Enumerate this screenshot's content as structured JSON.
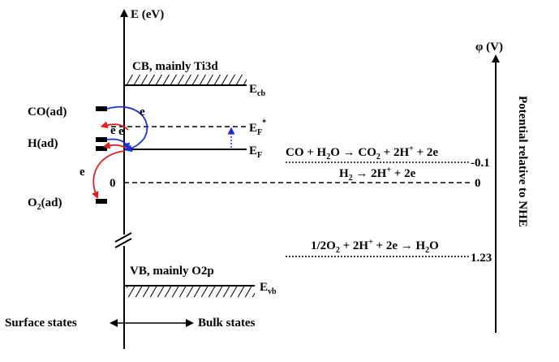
{
  "left_axis": {
    "label": "E (eV)",
    "zero_label": "0"
  },
  "right_axis": {
    "label": "φ (V)",
    "side_label": "Potential relative to NHE",
    "ticks": [
      "-0.1",
      "0",
      "1.23"
    ]
  },
  "bands": {
    "cb": {
      "label": "CB, mainly Ti3d",
      "level_main": "E",
      "level_sub": "cb"
    },
    "vb": {
      "label": "VB, mainly O2p",
      "level_main": "E",
      "level_sub": "vb"
    },
    "ef": {
      "main": "E",
      "sub": "F"
    },
    "ef_star": {
      "main": "E",
      "sub": "F",
      "sup": "*"
    }
  },
  "adsorbates": {
    "co": "CO(ad)",
    "h": "H(ad)",
    "o2": {
      "main": "O",
      "sub": "2",
      "rest": "(ad)"
    }
  },
  "electron_label": "e",
  "reactions": {
    "r1": {
      "left": "CO + H",
      "s1": "2",
      "mid": "O → CO",
      "s2": "2",
      "mid2": " + 2H",
      "sup": "+",
      "end": " + 2e"
    },
    "r2": {
      "a": "H",
      "s1": "2",
      "b": " → 2H",
      "sup": "+",
      "end": " + 2e"
    },
    "r3": {
      "a": "1/2O",
      "s1": "2",
      "b": " + 2H",
      "sup": "+",
      "c": " + 2e → H",
      "s2": "2",
      "d": "O"
    }
  },
  "bottom": {
    "left": "Surface states",
    "right": "Bulk states"
  },
  "colors": {
    "red_arrow": "#e02020",
    "blue_arrow": "#1a2fd6",
    "black": "#000000"
  }
}
